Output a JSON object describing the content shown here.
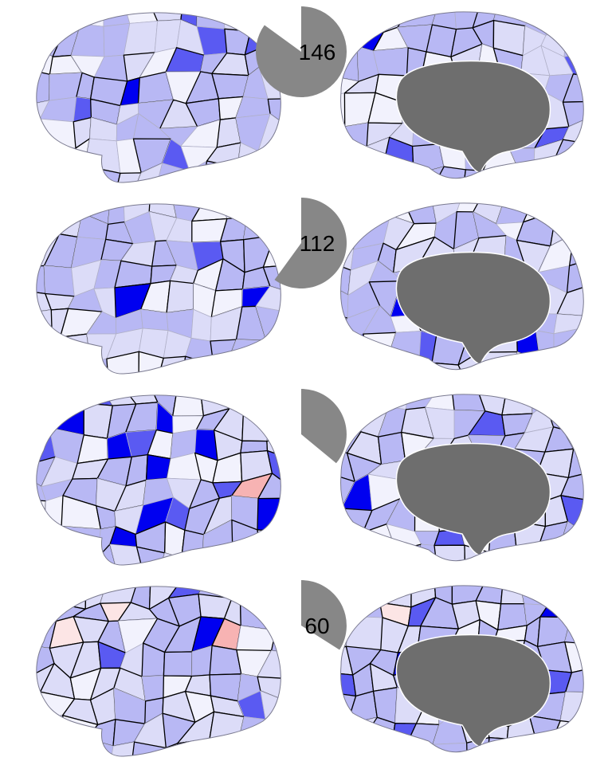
{
  "figure": {
    "background": "#ffffff",
    "colors": {
      "pie": "#878787",
      "medial_wall": "#6e6e6e",
      "strong_blue": "#0000f0",
      "medium_blue": "#5a5af2",
      "light_blue": "#b8b8f4",
      "pale_blue": "#dcdcf8",
      "light_red": "#f7b3b3",
      "pale_red": "#fce5e5",
      "outline_strong": "#000000",
      "outline_faint": "#b0b0c8"
    },
    "rows": [
      {
        "pie_fraction": 0.85,
        "pie_label": "146",
        "red_regions": 0,
        "intensity": 0.55
      },
      {
        "pie_fraction": 0.6,
        "pie_label": "112",
        "red_regions": 0,
        "intensity": 0.5
      },
      {
        "pie_fraction": 0.36,
        "pie_label": "",
        "red_regions": 1,
        "intensity": 0.7
      },
      {
        "pie_fraction": 0.34,
        "pie_label": "60",
        "red_regions": 3,
        "intensity": 0.85
      }
    ]
  }
}
